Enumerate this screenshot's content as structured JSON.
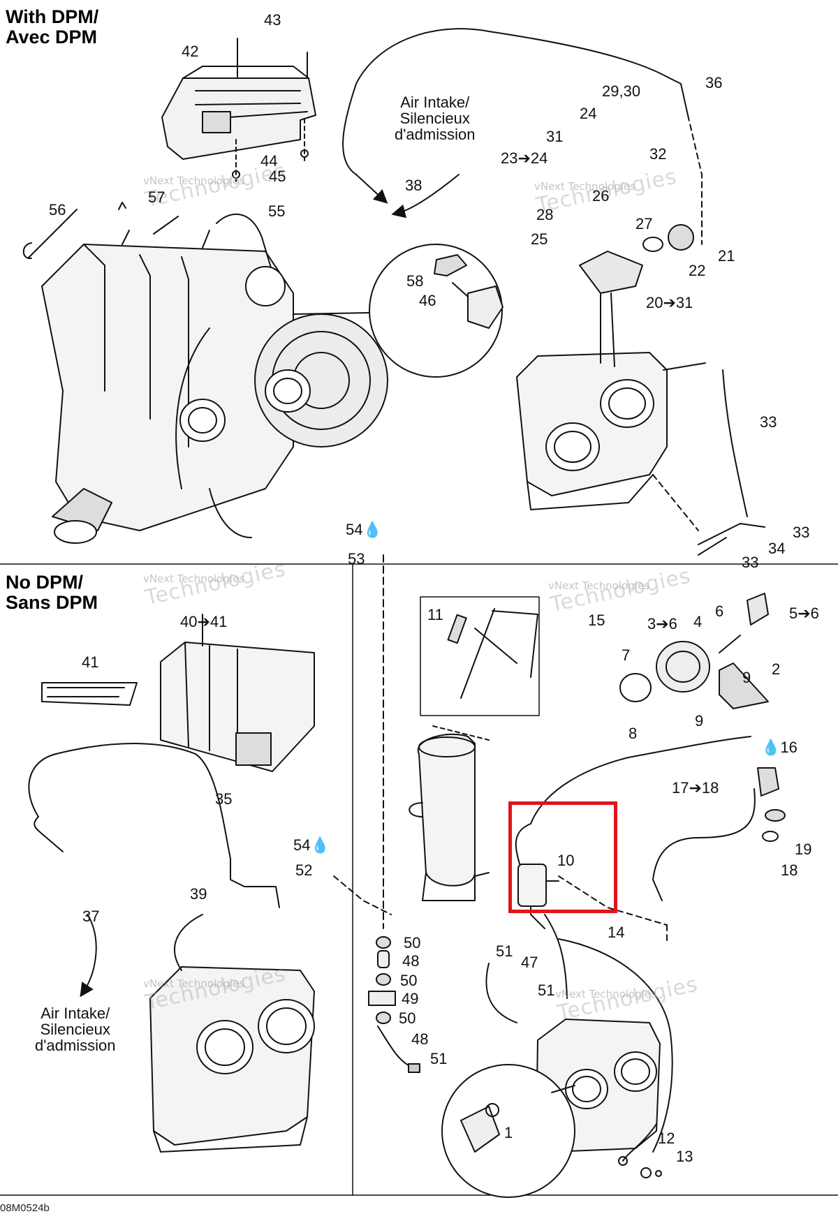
{
  "sections": {
    "with_dpm": "With DPM/\nAvec DPM",
    "no_dpm": "No DPM/\nSans DPM"
  },
  "notes": {
    "air_intake_top": "Air Intake/\nSilencieux\nd'admission",
    "air_intake_bottom": "Air Intake/\nSilencieux\nd'admission"
  },
  "watermark": {
    "line1": "vNext Technologies",
    "line2": "Technologies",
    "top": "vNext"
  },
  "drawing_code": "08M0524b",
  "highlight": {
    "part": "10",
    "color": "#e0151b"
  },
  "callouts": [
    "43",
    "42",
    "44",
    "45",
    "57",
    "56",
    "55",
    "36",
    "29,30",
    "24",
    "31",
    "23➔24",
    "32",
    "26",
    "38",
    "28",
    "27",
    "25",
    "21",
    "22",
    "58",
    "46",
    "20➔31",
    "33",
    "33",
    "34",
    "33",
    "54💧",
    "53",
    "40➔41",
    "41",
    "11",
    "15",
    "3➔6",
    "4",
    "6",
    "5➔6",
    "7",
    "9",
    "2",
    "9",
    "8",
    "16",
    "💧16",
    "17➔18",
    "19",
    "18",
    "35",
    "54💧",
    "52",
    "10",
    "39",
    "37",
    "14",
    "50",
    "48",
    "50",
    "49",
    "50",
    "48",
    "51",
    "51",
    "47",
    "51",
    "12",
    "13",
    "1"
  ],
  "labels": {
    "p43": "43",
    "p42": "42",
    "p44": "44",
    "p45": "45",
    "p57": "57",
    "p56": "56",
    "p55": "55",
    "p36": "36",
    "p2930": "29,30",
    "p24": "24",
    "p31": "31",
    "p2324": "23➔24",
    "p32": "32",
    "p26": "26",
    "p38": "38",
    "p28": "28",
    "p27": "27",
    "p25": "25",
    "p21": "21",
    "p22": "22",
    "p58": "58",
    "p46": "46",
    "p2031": "20➔31",
    "p33a": "33",
    "p33b": "33",
    "p34": "34",
    "p33c": "33",
    "p54a": "54",
    "p53": "53",
    "p4041": "40➔41",
    "p41": "41",
    "p11": "11",
    "p15": "15",
    "p36b": "3➔6",
    "p4": "4",
    "p6": "6",
    "p56b": "5➔6",
    "p7": "7",
    "p9a": "9",
    "p2": "2",
    "p9b": "9",
    "p8": "8",
    "p16": "16",
    "p1718": "17➔18",
    "p19": "19",
    "p18": "18",
    "p35": "35",
    "p54b": "54",
    "p52": "52",
    "p10": "10",
    "p39": "39",
    "p37": "37",
    "p14": "14",
    "p50a": "50",
    "p48a": "48",
    "p50b": "50",
    "p49": "49",
    "p50c": "50",
    "p48b": "48",
    "p51a": "51",
    "p51b": "51",
    "p47": "47",
    "p51c": "51",
    "p12": "12",
    "p13": "13",
    "p1": "1"
  },
  "icons": {
    "drop": "oil-drop-icon",
    "arrow": "right-arrow-icon"
  }
}
